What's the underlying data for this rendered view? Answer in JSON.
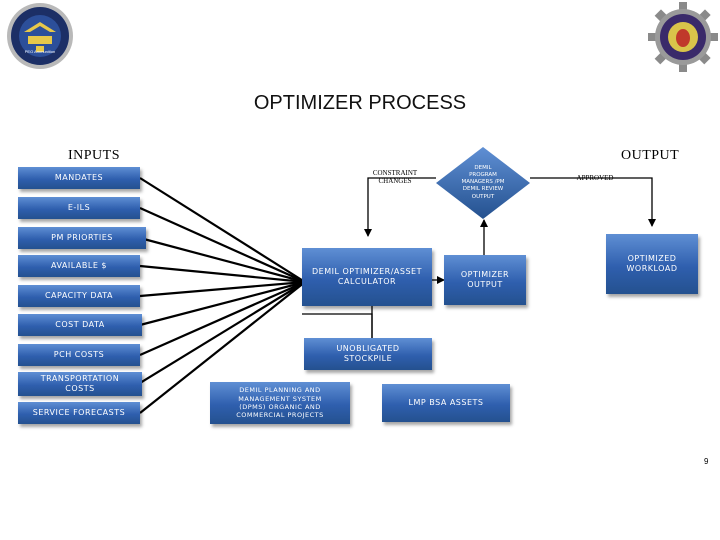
{
  "title": "OPTIMIZER PROCESS",
  "inputs_header": "INPUTS",
  "output_header": "OUTPUT",
  "logo_left": {
    "text": "PEO Ammunition"
  },
  "inputs": [
    "MANDATES",
    "E-ILS",
    "PM PRIORTIES",
    "AVAILABLE $",
    "CAPACITY DATA",
    "COST DATA",
    "PCH COSTS",
    "TRANSPORTATION COSTS",
    "SERVICE FORECASTS"
  ],
  "constraint_changes": "CONSTRAINT CHANGES",
  "demil_review": "DEMIL PROGRAM MANAGERS /PM DEMIL REVIEW OUTPUT",
  "approved": "APPROVED",
  "optimized_workload": "OPTIMIZED WORKLOAD",
  "calculator": "DEMIL OPTIMIZER/ASSET CALCULATOR",
  "optimizer_output": "OPTIMIZER OUTPUT",
  "unobligated": "UNOBLIGATED STOCKPILE",
  "dpms": "DEMIL PLANNING AND MANAGEMENT SYSTEM (DPMS) ORGANIC AND COMMERCIAL PROJECTS",
  "lmp": "LMP BSA ASSETS",
  "page_number": "9",
  "colors": {
    "box_top": "#5f8fd4",
    "box_bottom": "#24518f",
    "line": "#000000"
  }
}
